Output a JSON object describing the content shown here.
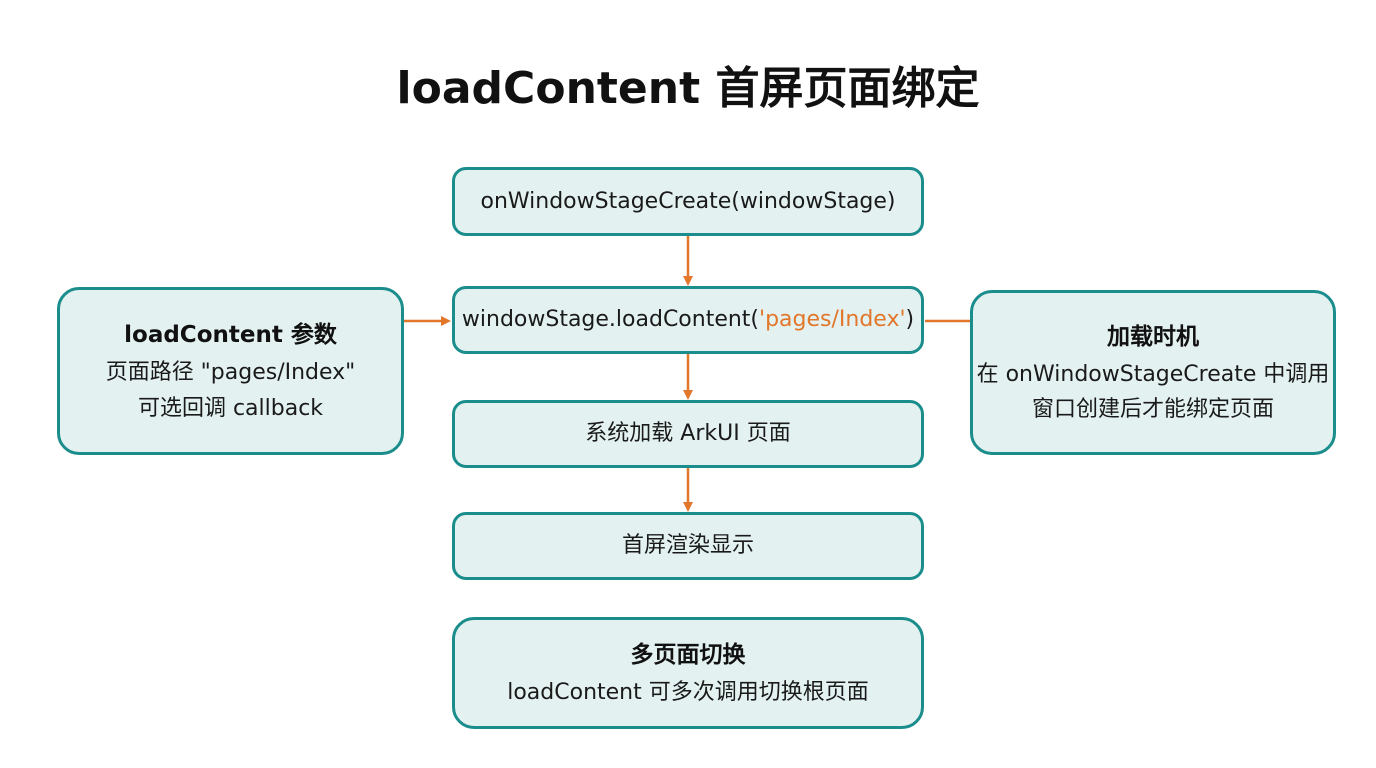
{
  "title": "loadContent 首屏页面绑定",
  "colors": {
    "node_fill": "#e3f2f1",
    "node_border": "#1b8d8c",
    "arrow": "#e2762a",
    "accent_text": "#e2762a"
  },
  "flow": {
    "step1": "onWindowStageCreate(windowStage)",
    "step2": {
      "prefix": "windowStage.loadContent(",
      "arg": "'pages/Index'",
      "suffix": ")"
    },
    "step3": "系统加载 ArkUI 页面",
    "step4": "首屏渲染显示"
  },
  "params_box": {
    "heading": "loadContent 参数",
    "line1": "页面路径 \"pages/Index\"",
    "line2": "可选回调 callback"
  },
  "timing_box": {
    "heading": "加载时机",
    "line1": "在 onWindowStageCreate 中调用",
    "line2": "窗口创建后才能绑定页面"
  },
  "multi_box": {
    "heading": "多页面切换",
    "line1": "loadContent 可多次调用切换根页面"
  }
}
